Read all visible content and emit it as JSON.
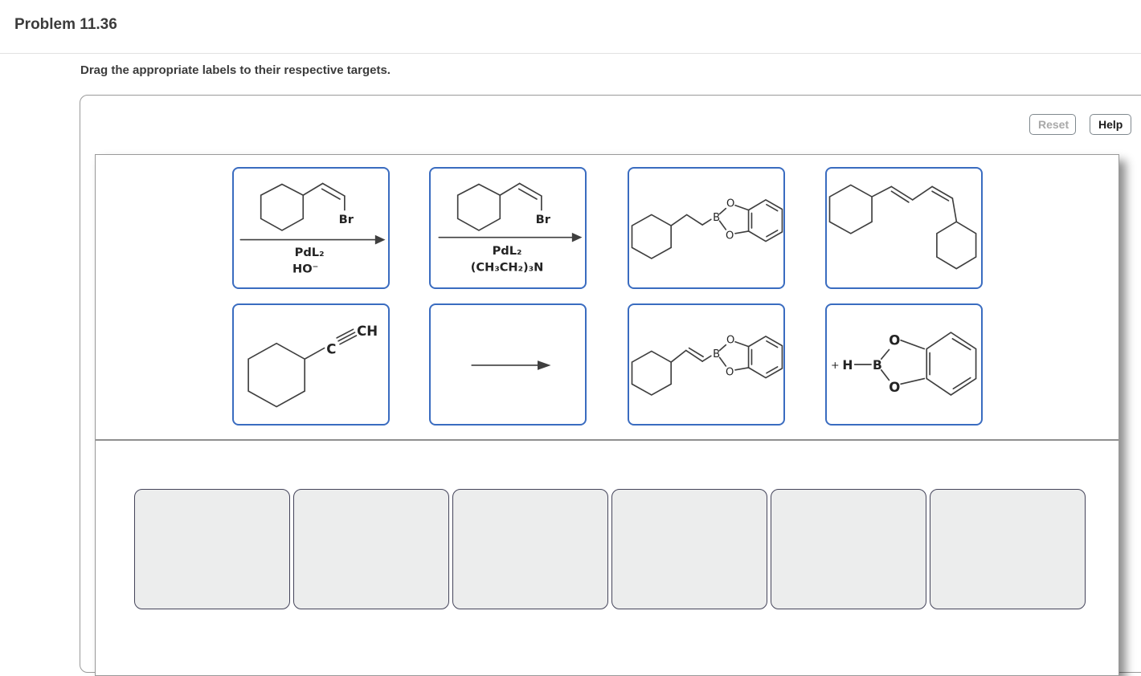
{
  "header": {
    "title": "Problem 11.36"
  },
  "instruction": "Drag the appropriate labels to their respective targets.",
  "toolbar": {
    "reset": "Reset",
    "help": "Help"
  },
  "colors": {
    "tile_border": "#3a6cc0",
    "structure_line": "#3f3f3f",
    "slot_bg": "#eceded",
    "slot_border": "#44445a",
    "panel_border": "#999999"
  },
  "tiles": [
    {
      "structure": "cis-vinyl-bromide-with-arrow-pdl2-hydroxide",
      "labels": {
        "br": "Br",
        "reagent1": "PdL₂",
        "reagent2": "HO⁻"
      }
    },
    {
      "structure": "cis-vinyl-bromide-with-arrow-pdl2-triethylamine",
      "labels": {
        "br": "Br",
        "reagent1": "PdL₂",
        "reagent2": "(CH₃CH₂)₃N"
      }
    },
    {
      "structure": "cyclohexylethyl-catechol-boronate",
      "labels": {
        "b": "B",
        "o_top": "O",
        "o_bottom": "O"
      }
    },
    {
      "structure": "1-4-dicyclohexyl-butadiene",
      "labels": {}
    },
    {
      "structure": "ethynylcyclohexane",
      "labels": {
        "c": "C",
        "ch": "CH"
      }
    },
    {
      "structure": "reaction-arrow",
      "labels": {}
    },
    {
      "structure": "trans-cyclohexylvinyl-catechol-boronate",
      "labels": {
        "b": "B",
        "o_top": "O",
        "o_bottom": "O"
      }
    },
    {
      "structure": "plus-catecholborane",
      "labels": {
        "plus": "+",
        "h": "H",
        "b": "B",
        "o_top": "O",
        "o_bottom": "O"
      }
    }
  ],
  "targets": {
    "count": 6
  }
}
